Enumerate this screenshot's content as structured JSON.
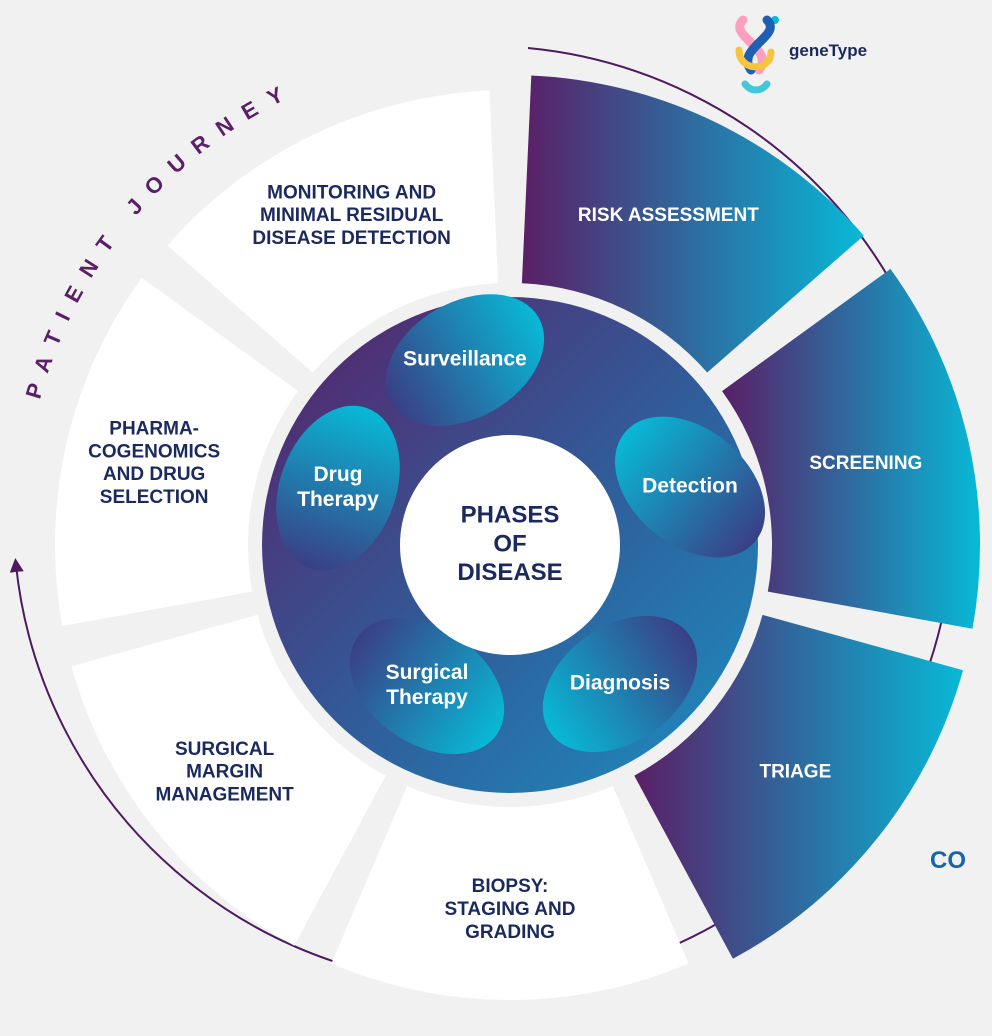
{
  "brand": {
    "name": "geneType"
  },
  "journey_label": "PATIENT JOURNEY",
  "center_label": [
    "PHASES",
    "OF",
    "DISEASE"
  ],
  "outer_segments": [
    {
      "id": "risk-assessment",
      "lines": [
        "RISK ASSESSMENT"
      ],
      "style": "gradient"
    },
    {
      "id": "screening",
      "lines": [
        "SCREENING"
      ],
      "style": "gradient"
    },
    {
      "id": "triage",
      "lines": [
        "TRIAGE"
      ],
      "style": "gradient"
    },
    {
      "id": "biopsy",
      "lines": [
        "BIOPSY:",
        "STAGING AND",
        "GRADING"
      ],
      "style": "white"
    },
    {
      "id": "surgical-margin",
      "lines": [
        "SURGICAL",
        "MARGIN",
        "MANAGEMENT"
      ],
      "style": "white"
    },
    {
      "id": "pharmacogenomics",
      "lines": [
        "PHARMA-",
        "COGENOMICS",
        "AND DRUG",
        "SELECTION"
      ],
      "style": "white"
    },
    {
      "id": "monitoring",
      "lines": [
        "MONITORING AND",
        "MINIMAL RESIDUAL",
        "DISEASE DETECTION"
      ],
      "style": "white"
    }
  ],
  "phases": [
    {
      "id": "surveillance",
      "lines": [
        "Surveillance"
      ]
    },
    {
      "id": "detection",
      "lines": [
        "Detection"
      ]
    },
    {
      "id": "diagnosis",
      "lines": [
        "Diagnosis"
      ]
    },
    {
      "id": "surgical-therapy",
      "lines": [
        "Surgical",
        "Therapy"
      ]
    },
    {
      "id": "drug-therapy",
      "lines": [
        "Drug",
        "Therapy"
      ]
    }
  ],
  "cropped_text": "CO",
  "colors": {
    "navy": "#1b2a5e",
    "purple": "#5a1f66",
    "blue": "#2e6ba0",
    "cyan": "#08b9d6",
    "arc": "#4e1a5e",
    "gap": "#ececec",
    "white": "#ffffff"
  }
}
